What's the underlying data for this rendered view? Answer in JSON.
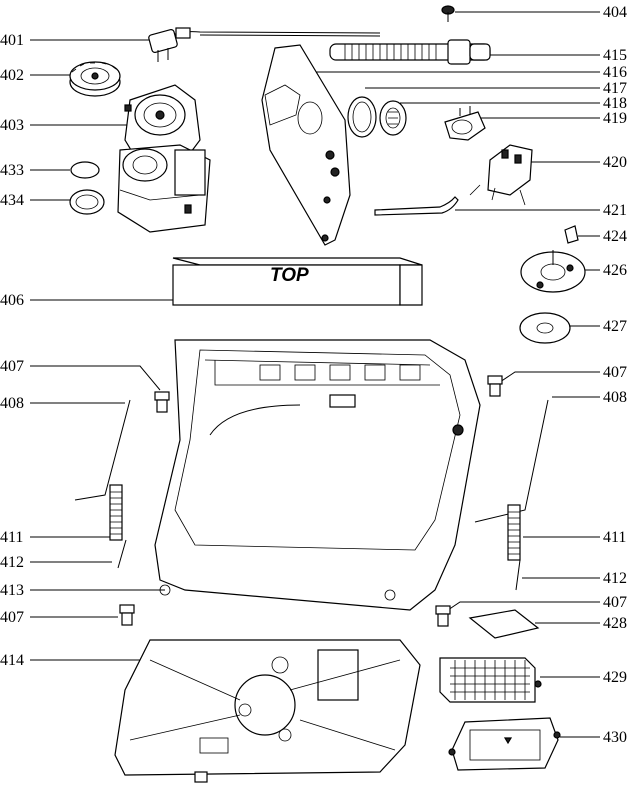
{
  "diagram": {
    "box_text": "TOP",
    "labels": {
      "l401": "401",
      "l402": "402",
      "l403": "403",
      "l404": "404",
      "l406": "406",
      "l407a": "407",
      "l407b": "407",
      "l407c": "407",
      "l407d": "407",
      "l408a": "408",
      "l408b": "408",
      "l411a": "411",
      "l411b": "411",
      "l412a": "412",
      "l412b": "412",
      "l413": "413",
      "l414": "414",
      "l415": "415",
      "l416": "416",
      "l417": "417",
      "l418": "418",
      "l419": "419",
      "l420": "420",
      "l421": "421",
      "l424": "424",
      "l426": "426",
      "l427": "427",
      "l428": "428",
      "l429": "429",
      "l430": "430",
      "l433": "433",
      "l434": "434"
    }
  }
}
